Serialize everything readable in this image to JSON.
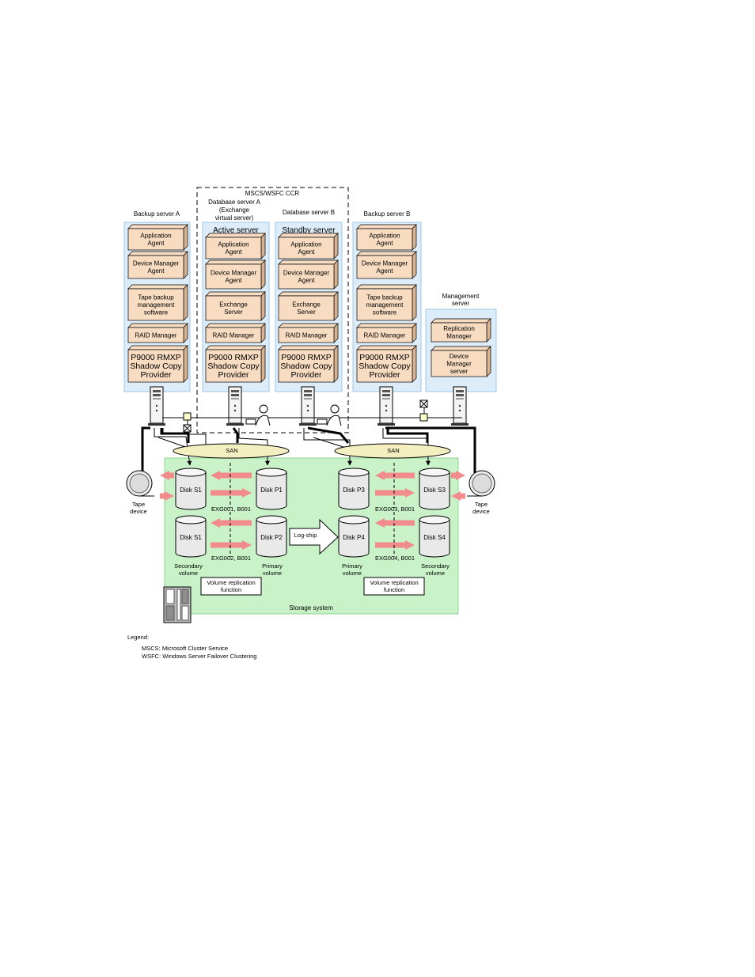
{
  "cluster": {
    "title": "MSCS/WSFC CCR"
  },
  "backup_server_a": {
    "title": "Backup server A",
    "components": [
      "Application|Agent",
      "Device Manager|Agent",
      "Tape backup|management|software",
      "RAID Manager",
      "P9000 RMXP|Shadow Copy|Provider"
    ]
  },
  "db_server_a": {
    "title": "Database server A|(Exchange|virtual server)",
    "role": "Active server",
    "components": [
      "Application|Agent",
      "Device Manager|Agent",
      "Exchange|Server",
      "RAID Manager",
      "P9000 RMXP|Shadow Copy|Provider"
    ]
  },
  "db_server_b": {
    "title": "Database server B",
    "role": "Standby server",
    "components": [
      "Application|Agent",
      "Device Manager|Agent",
      "Exchange|Server",
      "RAID Manager",
      "P9000 RMXP|Shadow Copy|Provider"
    ]
  },
  "backup_server_b": {
    "title": "Backup server B",
    "components": [
      "Application|Agent",
      "Device Manager|Agent",
      "Tape backup|management|software",
      "RAID Manager",
      "P9000 RMXP|Shadow Copy|Provider"
    ]
  },
  "management_server": {
    "title": "Management|server",
    "components": [
      "Replication|Manager",
      "Device|Manager|server"
    ]
  },
  "san": {
    "left": "SAN",
    "right": "SAN"
  },
  "tape": {
    "left": "Tape|device",
    "right": "Tape|device"
  },
  "disks": {
    "s1_top": "Disk S1",
    "p1": "Disk P1",
    "p3": "Disk P3",
    "s3": "Disk S3",
    "s1_bottom": "Disk S1",
    "p2": "Disk P2",
    "p4": "Disk P4",
    "s4": "Disk S4"
  },
  "pair_labels": {
    "exg001": "EXG001, B001",
    "exg002": "EXG002, B001",
    "exg003": "EXG003, B001",
    "exg004": "EXG004, B001"
  },
  "volume_labels": {
    "secondary_left": "Secondary|volume",
    "primary_left": "Primary|volume",
    "primary_right": "Primary|volume",
    "secondary_right": "Secondary|volume"
  },
  "log_ship": "Log-ship",
  "replication_function": {
    "left": "Volume replication|function",
    "right": "Volume replication|function"
  },
  "storage": {
    "title": "Storage system"
  },
  "legend": {
    "title": "Legend:",
    "items": [
      "MSCS: Microsoft Cluster Service",
      "WSFC: Windows Server Failover Clustering"
    ]
  },
  "colors": {
    "server_panel": "#dcecf9",
    "panel_border": "#9cc7ea",
    "component_fill": "#f7dcc1",
    "component_side": "#d9b291",
    "storage_fill": "#c9f2c9",
    "storage_border": "#8fd68f",
    "san_fill": "#f3efc0",
    "arrow": "#f28b8b"
  }
}
